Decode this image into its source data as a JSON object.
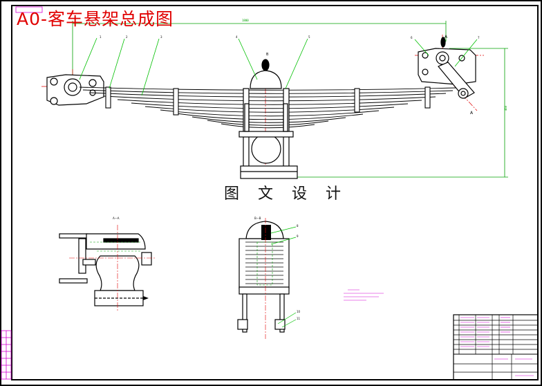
{
  "drawing_title": "A0-客车悬架总成图",
  "watermark": "图 文 设 计",
  "section_labels": {
    "aa": "A—A",
    "bb": "B—B",
    "section_mark_a": "A",
    "section_mark_b": "B"
  },
  "balloons": [
    "1",
    "2",
    "3",
    "4",
    "5",
    "6",
    "7",
    "8",
    "9",
    "10",
    "11"
  ],
  "colors": {
    "outline": "#000000",
    "title": "#e00000",
    "hidden": "#00a000",
    "leader": "#00c000",
    "center": "#e00000",
    "dimension": "#00a000",
    "notes": "#d400d4",
    "stamp": "#d400d4"
  }
}
